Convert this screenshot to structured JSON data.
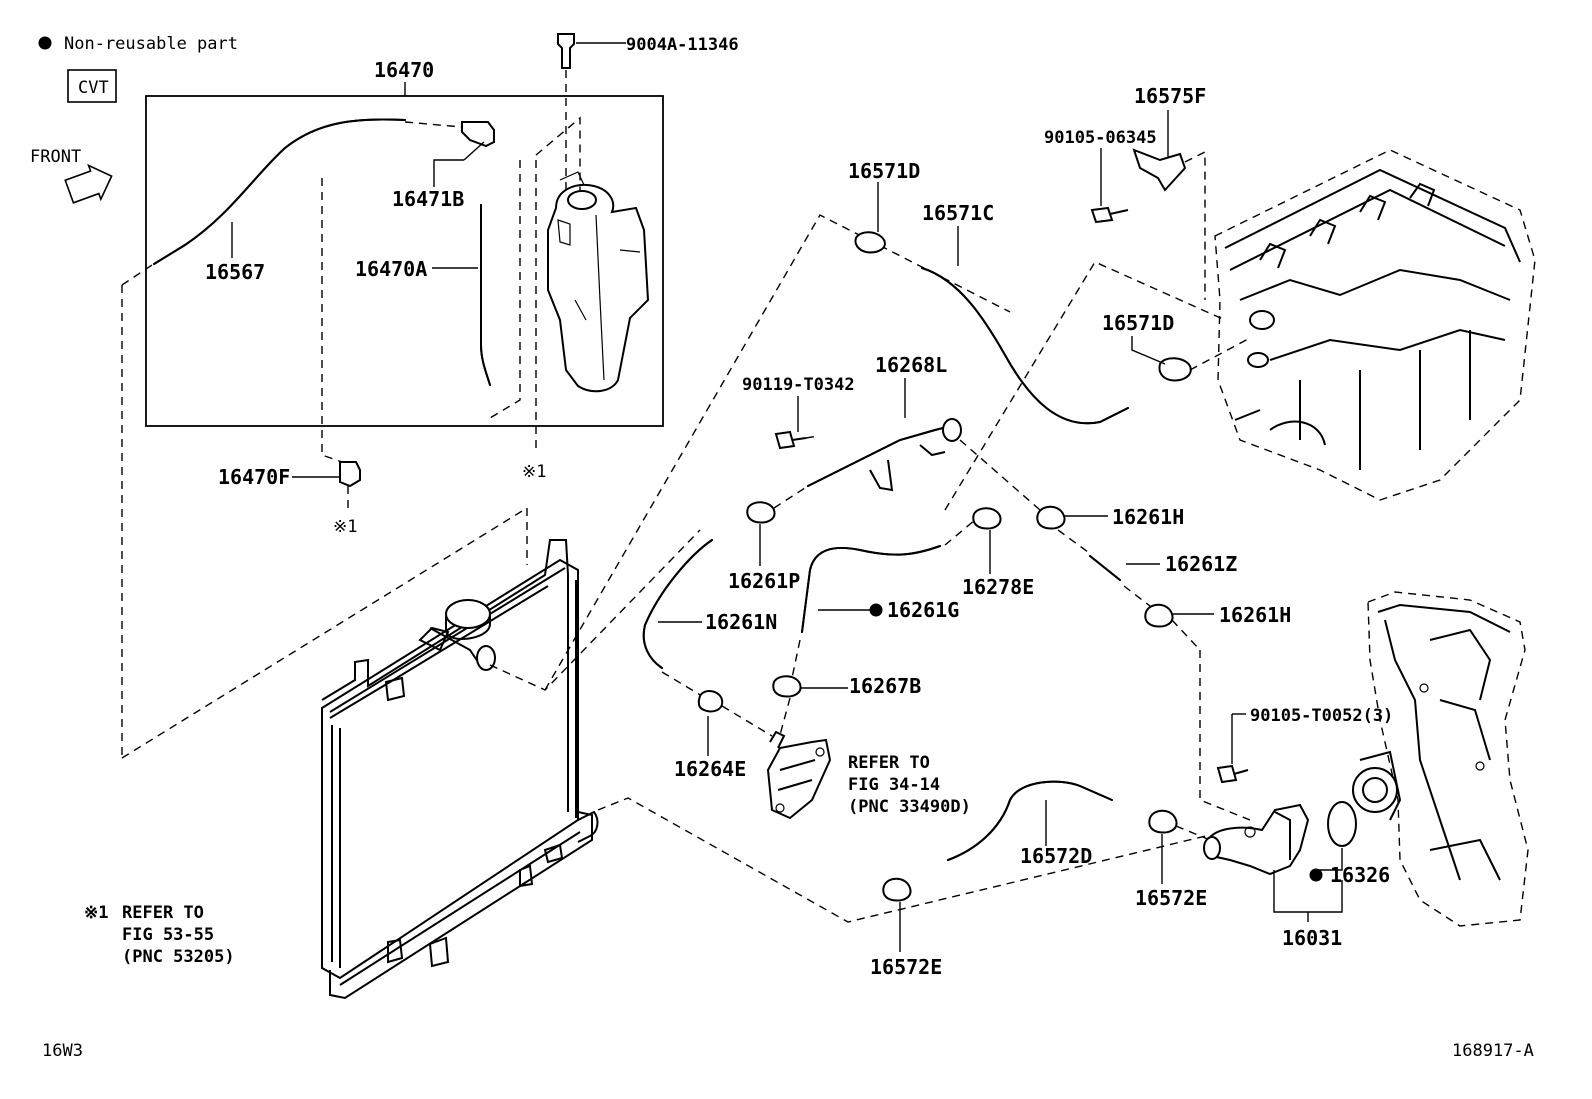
{
  "legend": {
    "bullet_text": "Non-reusable part",
    "variant": "CVT",
    "front_label": "FRONT"
  },
  "parts": {
    "p16470": "16470",
    "p9004A_11346": "9004A-11346",
    "p16575F": "16575F",
    "p90105_06345": "90105-06345",
    "p16471B": "16471B",
    "p16567": "16567",
    "p16470A": "16470A",
    "p16571D_a": "16571D",
    "p16571C": "16571C",
    "p16571D_b": "16571D",
    "p16268L": "16268L",
    "p90119_T0342": "90119-T0342",
    "p16470F": "16470F",
    "ref1_a": "※1",
    "ref1_b": "※1",
    "p16261H_a": "16261H",
    "p16261Z": "16261Z",
    "p16261H_b": "16261H",
    "p16261P": "16261P",
    "p16278E": "16278E",
    "p16261G": "16261G",
    "p16261N": "16261N",
    "p16267B": "16267B",
    "p90105_T0052": "90105-T0052(3)",
    "p16264E": "16264E",
    "p16572D": "16572D",
    "p16572E_a": "16572E",
    "p16326": "16326",
    "p16031": "16031",
    "p16572E_b": "16572E"
  },
  "refer_fig34": {
    "line1": "REFER TO",
    "line2": "FIG 34-14",
    "line3": "(PNC 33490D)"
  },
  "footnote": {
    "mark": "※1",
    "line1": "REFER TO",
    "line2": "FIG 53-55",
    "line3": "(PNC 53205)"
  },
  "footer": {
    "left_code": "16W3",
    "right_code": "168917-A"
  }
}
